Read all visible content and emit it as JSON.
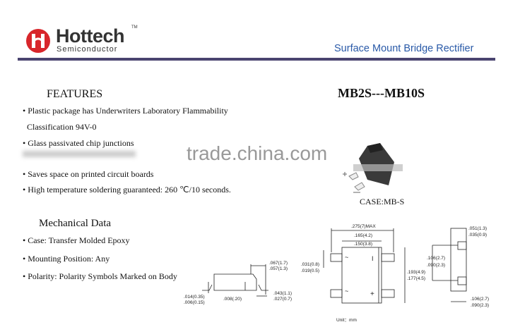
{
  "header": {
    "brand_name": "Hottech",
    "trademark": "TM",
    "brand_sub": "Semiconductor",
    "doc_title": "Surface Mount Bridge Rectifier",
    "accent_color": "#2a5aa8",
    "rule_color": "#4a4470",
    "logo_color": "#d8262b"
  },
  "part_title": "MB2S---MB10S",
  "case_label": "CASE:MB-S",
  "features": {
    "heading": "FEATURES",
    "items": [
      "• Plastic package has Underwriters Laboratory Flammability",
      "Classification 94V-0",
      "• Glass passivated chip junctions",
      "• Saves space on printed circuit boards",
      "• High temperature soldering guaranteed: 260 ℃/10 seconds."
    ]
  },
  "mechanical": {
    "heading": "Mechanical Data",
    "items": [
      "• Case: Transfer Molded Epoxy",
      "• Mounting Position: Any",
      "• Polarity: Polarity Symbols Marked on Body"
    ]
  },
  "watermark": "trade.china.com",
  "drawings": {
    "side": {
      "d1a": ".067(1.7)",
      "d1b": ".057(1.3)",
      "d2a": ".014(0.35)",
      "d2b": ".006(0.15)",
      "d3": ".008(.20)",
      "d4a": ".043(1.1)",
      "d4b": ".027(0.7)"
    },
    "top": {
      "max": ".275(7)MAX",
      "wa": ".165(4.2)",
      "wb": ".150(3.8)",
      "la": ".031(0.8)",
      "lb": ".019(0.5)",
      "ha": ".193(4.9)",
      "hb": ".177(4.5)",
      "sym_ac": "~",
      "sym_minus": "I",
      "sym_plus": "+",
      "unit": "Unit：mm"
    },
    "end": {
      "ta": ".051(1.3)",
      "tb": ".035(0.9)",
      "pa": ".106(2.7)",
      "pb": ".090(2.3)",
      "ba": ".106(2.7)",
      "bb": ".090(2.3)"
    }
  }
}
